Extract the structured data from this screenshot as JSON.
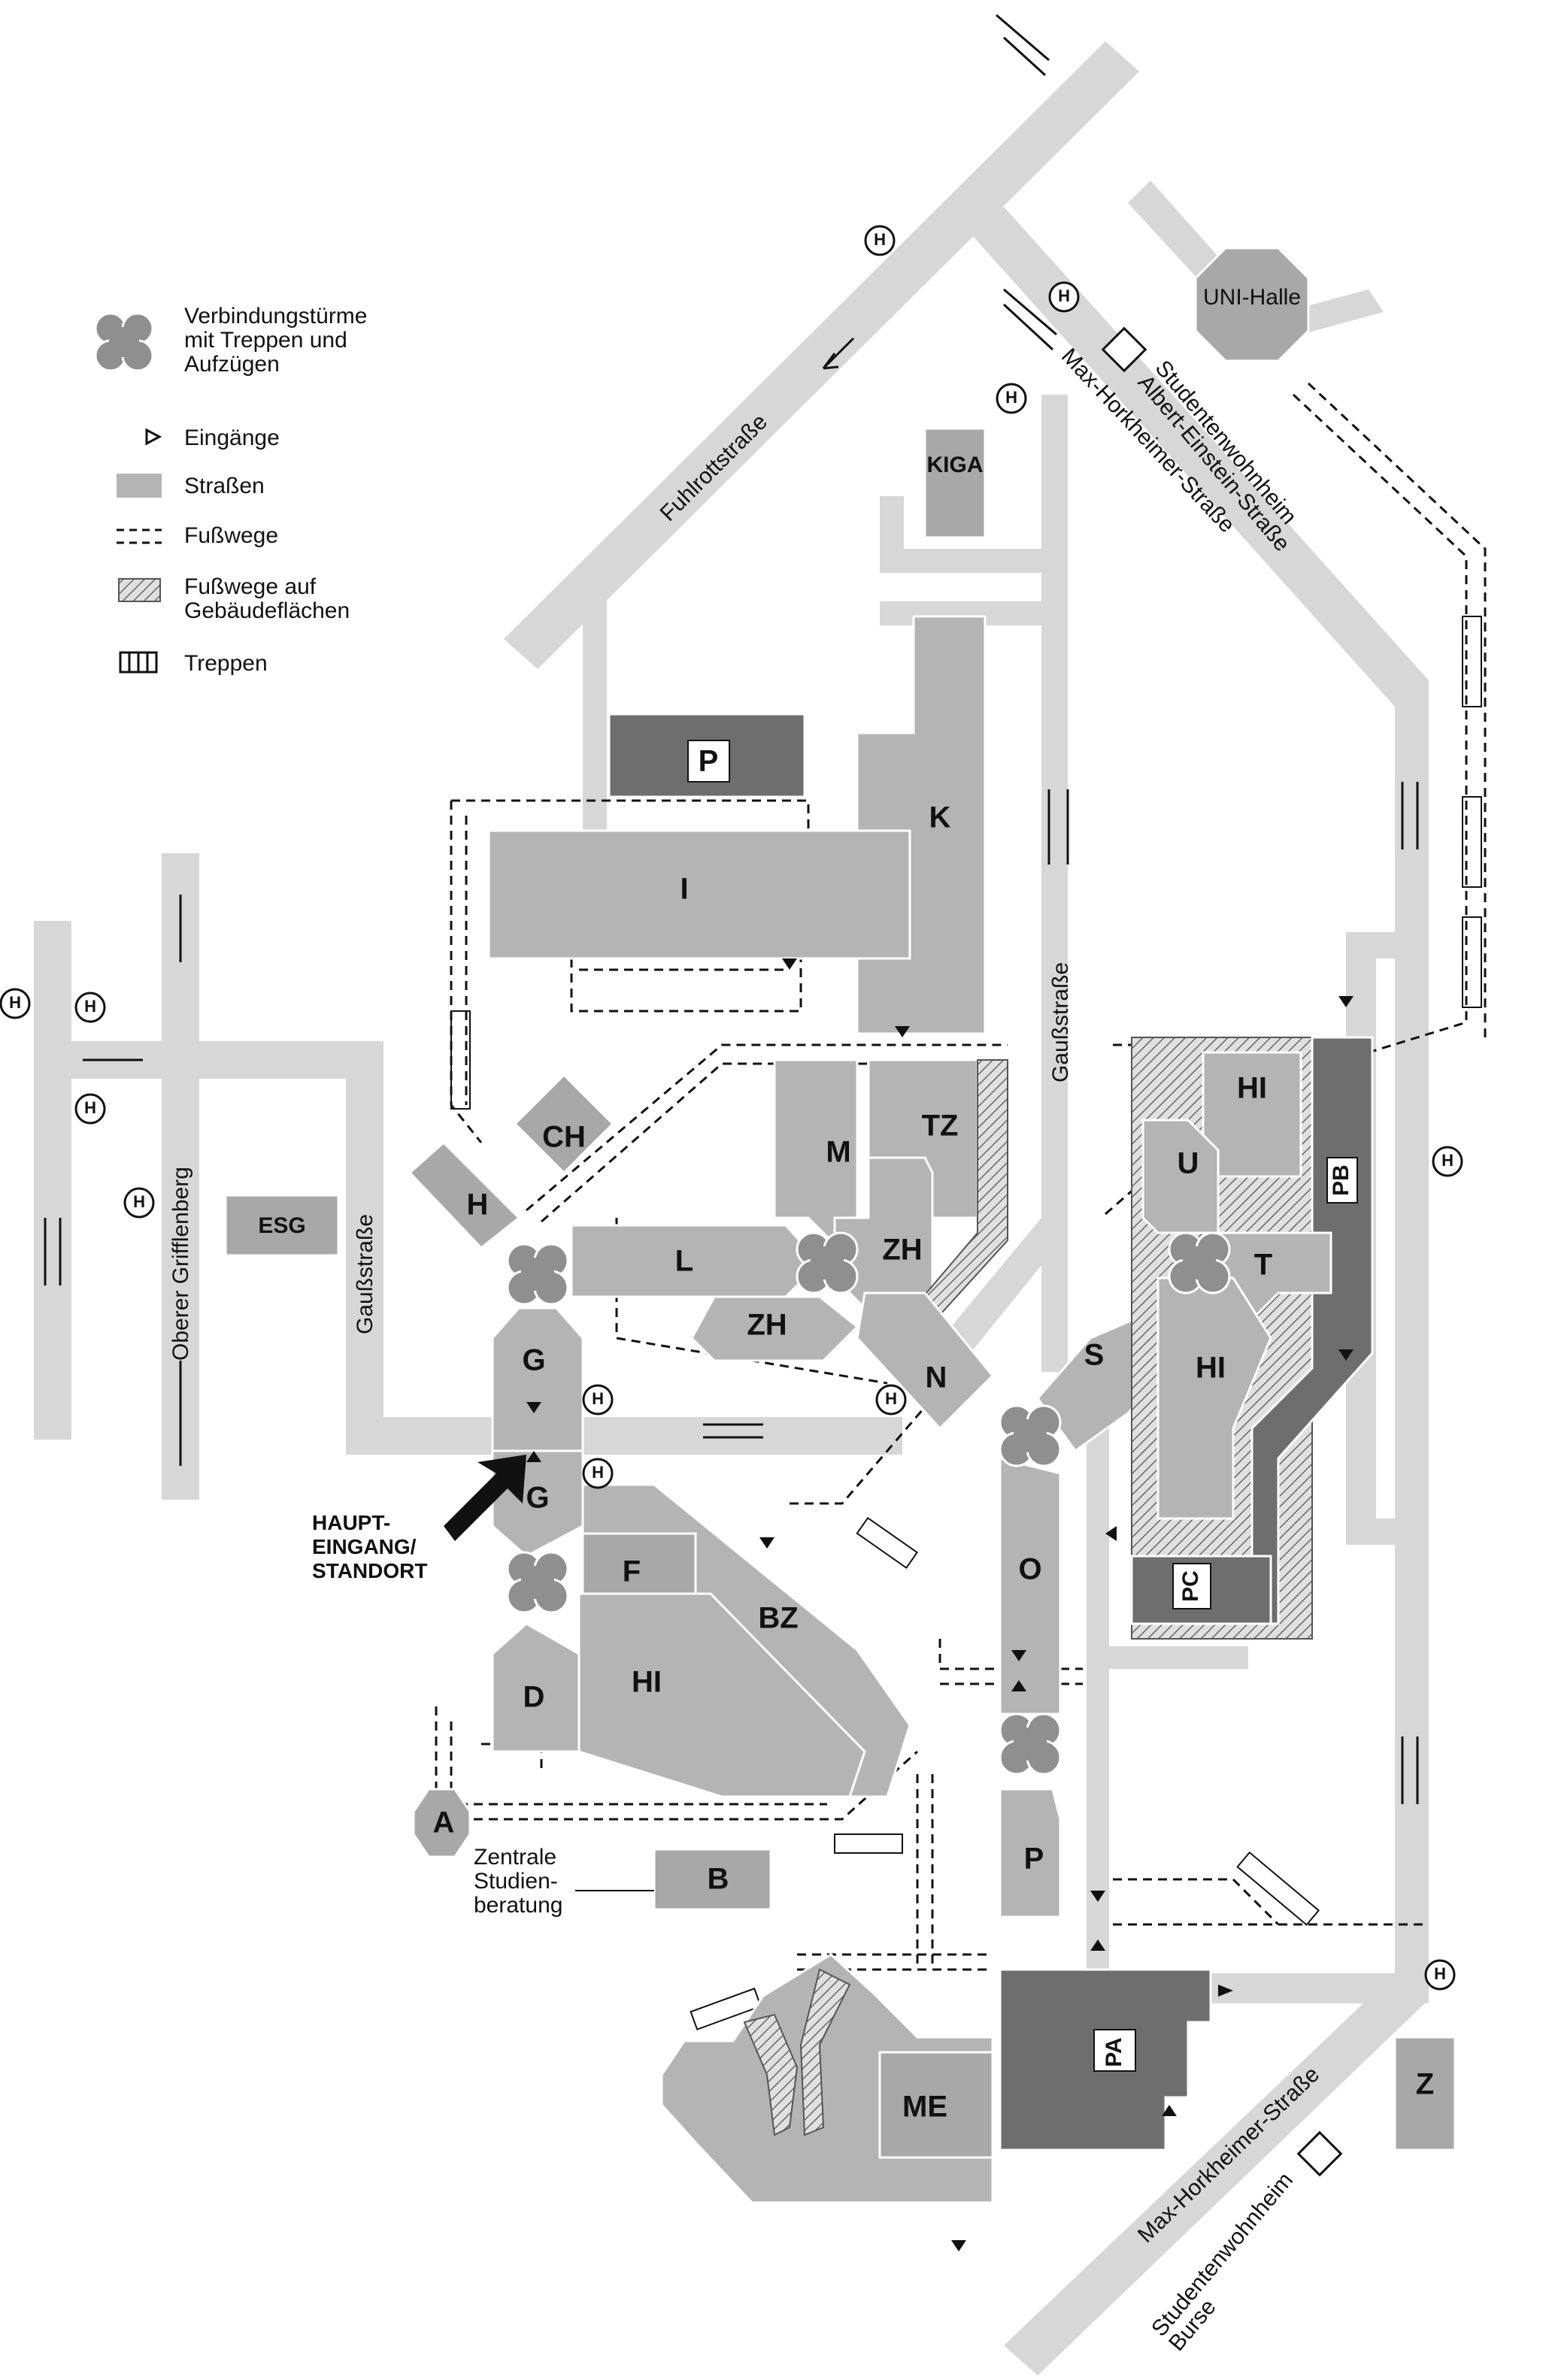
{
  "legend": {
    "towers": "Verbindungstürme\nmit Treppen und\nAufzügen",
    "entrances": "Eingänge",
    "roads": "Straßen",
    "footpaths": "Fußwege",
    "footpaths_buildings": "Fußwege auf\nGebäudeflächen",
    "stairs": "Treppen"
  },
  "streets": {
    "fuhlrott": "Fuhlrottstraße",
    "max_horkheimer_top": "Max-Horkheimer-Straße",
    "max_horkheimer_bottom": "Max-Horkheimer-Straße",
    "gauss_left": "Gaußstraße",
    "gauss_right": "Gaußstraße",
    "gifflenberg": "Oberer Grifflenberg"
  },
  "buildings": {
    "uni_halle": "UNI-Halle",
    "kiga": "KIGA",
    "p_top": "P",
    "k": "K",
    "i": "I",
    "ch": "CH",
    "h": "H",
    "esg": "ESG",
    "l": "L",
    "m": "M",
    "tz": "TZ",
    "zh_upper": "ZH",
    "zh_lower": "ZH",
    "n": "N",
    "s": "S",
    "g_upper": "G",
    "g_lower": "G",
    "f": "F",
    "bz": "BZ",
    "d": "D",
    "hi_left": "HI",
    "o": "O",
    "p_bottom": "P",
    "a": "A",
    "b": "B",
    "me": "ME",
    "pa": "PA",
    "z": "Z",
    "hi_right_top": "HI",
    "u": "U",
    "t": "T",
    "hi_right": "HI",
    "pb": "PB",
    "pc": "PC"
  },
  "labels": {
    "haupteingang": "HAUPT-\nEINGANG/\nSTANDORT",
    "studienberatung": "Zentrale\nStudien-\nberatung",
    "wohnheim_top": "Studentenwohnheim\nAlbert-Einstein-Straße",
    "wohnheim_bottom": "Studentenwohnheim\nBurse"
  },
  "stop_symbol": "H"
}
